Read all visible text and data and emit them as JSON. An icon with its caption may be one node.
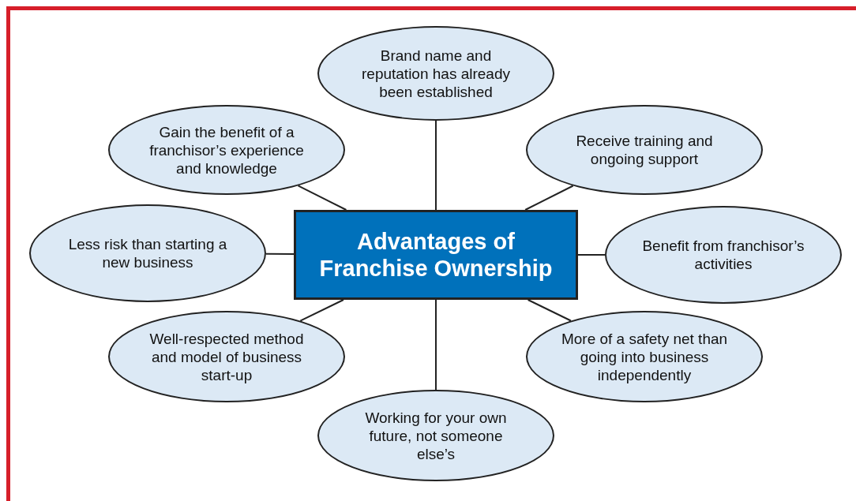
{
  "diagram": {
    "nodes": [
      {
        "text": [
          "Advantages of Franchise Ownership"
        ]
      },
      {
        "text": [
          "Brand name and reputation has already been established"
        ]
      },
      {
        "text": [
          "Gain the benefit of a franchisor’s experience and knowledge"
        ]
      },
      {
        "text": [
          "Receive training and ongoing support"
        ]
      },
      {
        "text": [
          "Less risk than starting a new business"
        ]
      },
      {
        "text": [
          "Benefit from franchisor’s activities"
        ]
      },
      {
        "text": [
          "Well-respected method and model of business start-up"
        ]
      },
      {
        "text": [
          "More of a safety net than going into business independently"
        ]
      },
      {
        "text": [
          "Working for your own future, not someone else’s"
        ]
      }
    ],
    "edges": [
      {
        "from": 0,
        "to": 1,
        "arrow": "none"
      },
      {
        "from": 0,
        "to": 2,
        "arrow": "none"
      },
      {
        "from": 0,
        "to": 3,
        "arrow": "none"
      },
      {
        "from": 0,
        "to": 4,
        "arrow": "none"
      },
      {
        "from": 0,
        "to": 5,
        "arrow": "none"
      },
      {
        "from": 0,
        "to": 6,
        "arrow": "none"
      },
      {
        "from": 0,
        "to": 7,
        "arrow": "none"
      },
      {
        "from": 0,
        "to": 8,
        "arrow": "none"
      }
    ]
  }
}
